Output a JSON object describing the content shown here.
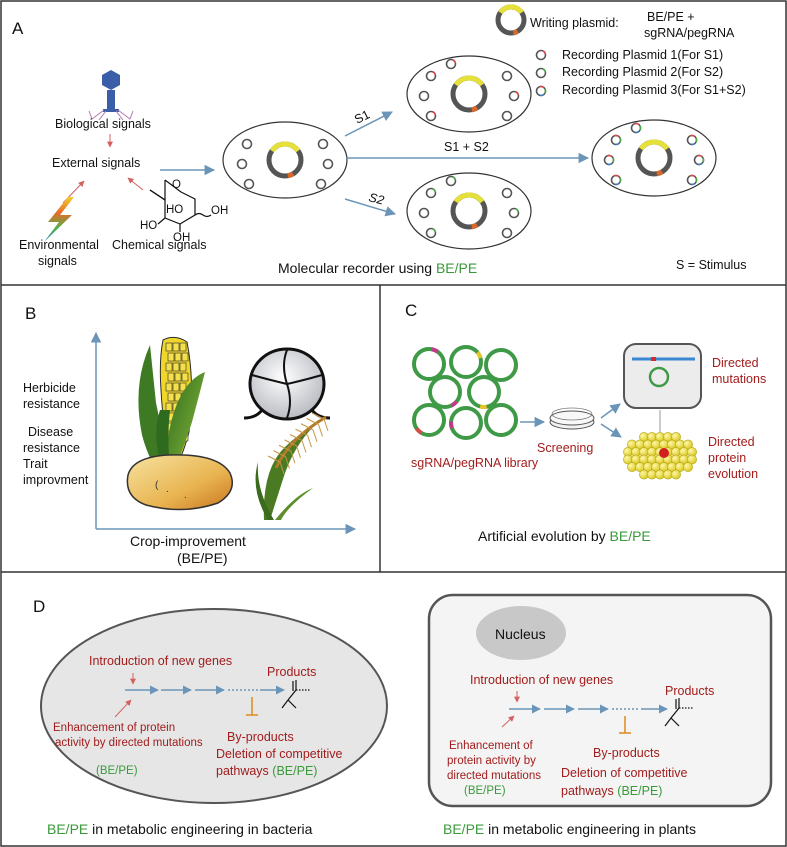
{
  "panelA": {
    "letter": "A",
    "legend": {
      "writing_label": "Writing plasmid:",
      "writing_value_1": "BE/PE +",
      "writing_value_2": "sgRNA/pegRNA",
      "recording_1": "Recording Plasmid 1(For S1)",
      "recording_2": "Recording Plasmid 2(For S2)",
      "recording_3": "Recording Plasmid 3(For S1+S2)"
    },
    "biological": "Biological signals",
    "external": "External signals",
    "environmental_1": "Environmental",
    "environmental_2": "signals",
    "chemical": "Chemical signals",
    "sugar_ho_1": "HO",
    "sugar_ho_2": "HO",
    "sugar_oh_1": "OH",
    "sugar_oh_2": "OH",
    "sugar_o": "O",
    "s1": "S1",
    "s2": "S2",
    "s1s2": "S1 + S2",
    "caption_prefix": "Molecular recorder using ",
    "caption_highlight": "BE/PE",
    "stimulus_note": "S = Stimulus"
  },
  "panelB": {
    "letter": "B",
    "traits": [
      "Herbicide",
      "resistance",
      "Disease",
      "resistance",
      "Trait",
      "improvment"
    ],
    "xlabel": "Crop-improvement",
    "xlabel_tag": "(BE/PE)"
  },
  "panelC": {
    "letter": "C",
    "library": "sgRNA/pegRNA library",
    "screening": "Screening",
    "directed_mut_1": "Directed",
    "directed_mut_2": "mutations",
    "directed_prot_1": "Directed",
    "directed_prot_2": "protein",
    "directed_prot_3": "evolution",
    "caption_prefix": "Artificial evolution by ",
    "caption_highlight": "BE/PE"
  },
  "panelD": {
    "letter": "D",
    "bacteria": {
      "intro": "Introduction of new genes",
      "products": "Products",
      "enh_1": "Enhancement of protein",
      "enh_2": "activity by directed mutations",
      "enh_tag": "(BE/PE)",
      "byproducts": "By-products",
      "del_1": "Deletion of competitive",
      "del_2": "pathways",
      "del_tag": "(BE/PE)",
      "caption_highlight": "BE/PE",
      "caption_rest": " in metabolic engineering in bacteria"
    },
    "plants": {
      "nucleus": "Nucleus",
      "intro": "Introduction of new genes",
      "products": "Products",
      "enh_1": "Enhancement of",
      "enh_2": "protein activity by",
      "enh_3": "directed mutations",
      "enh_tag": "(BE/PE)",
      "byproducts": "By-products",
      "del_1": "Deletion of competitive",
      "del_2": "pathways",
      "del_tag": "(BE/PE)",
      "caption_highlight": "BE/PE",
      "caption_rest": " in metabolic engineering in plants"
    }
  },
  "colors": {
    "border": "#333333",
    "arrow": "#6b95b8",
    "red_text": "#a31c1c",
    "green_text": "#3a9a3a",
    "plasmid_gray": "#555555",
    "plasmid_yellow": "#e5e03a",
    "plasmid_orange": "#d9692a",
    "library_green": "#3f9a47",
    "orange_inhibit": "#e08a1e"
  }
}
